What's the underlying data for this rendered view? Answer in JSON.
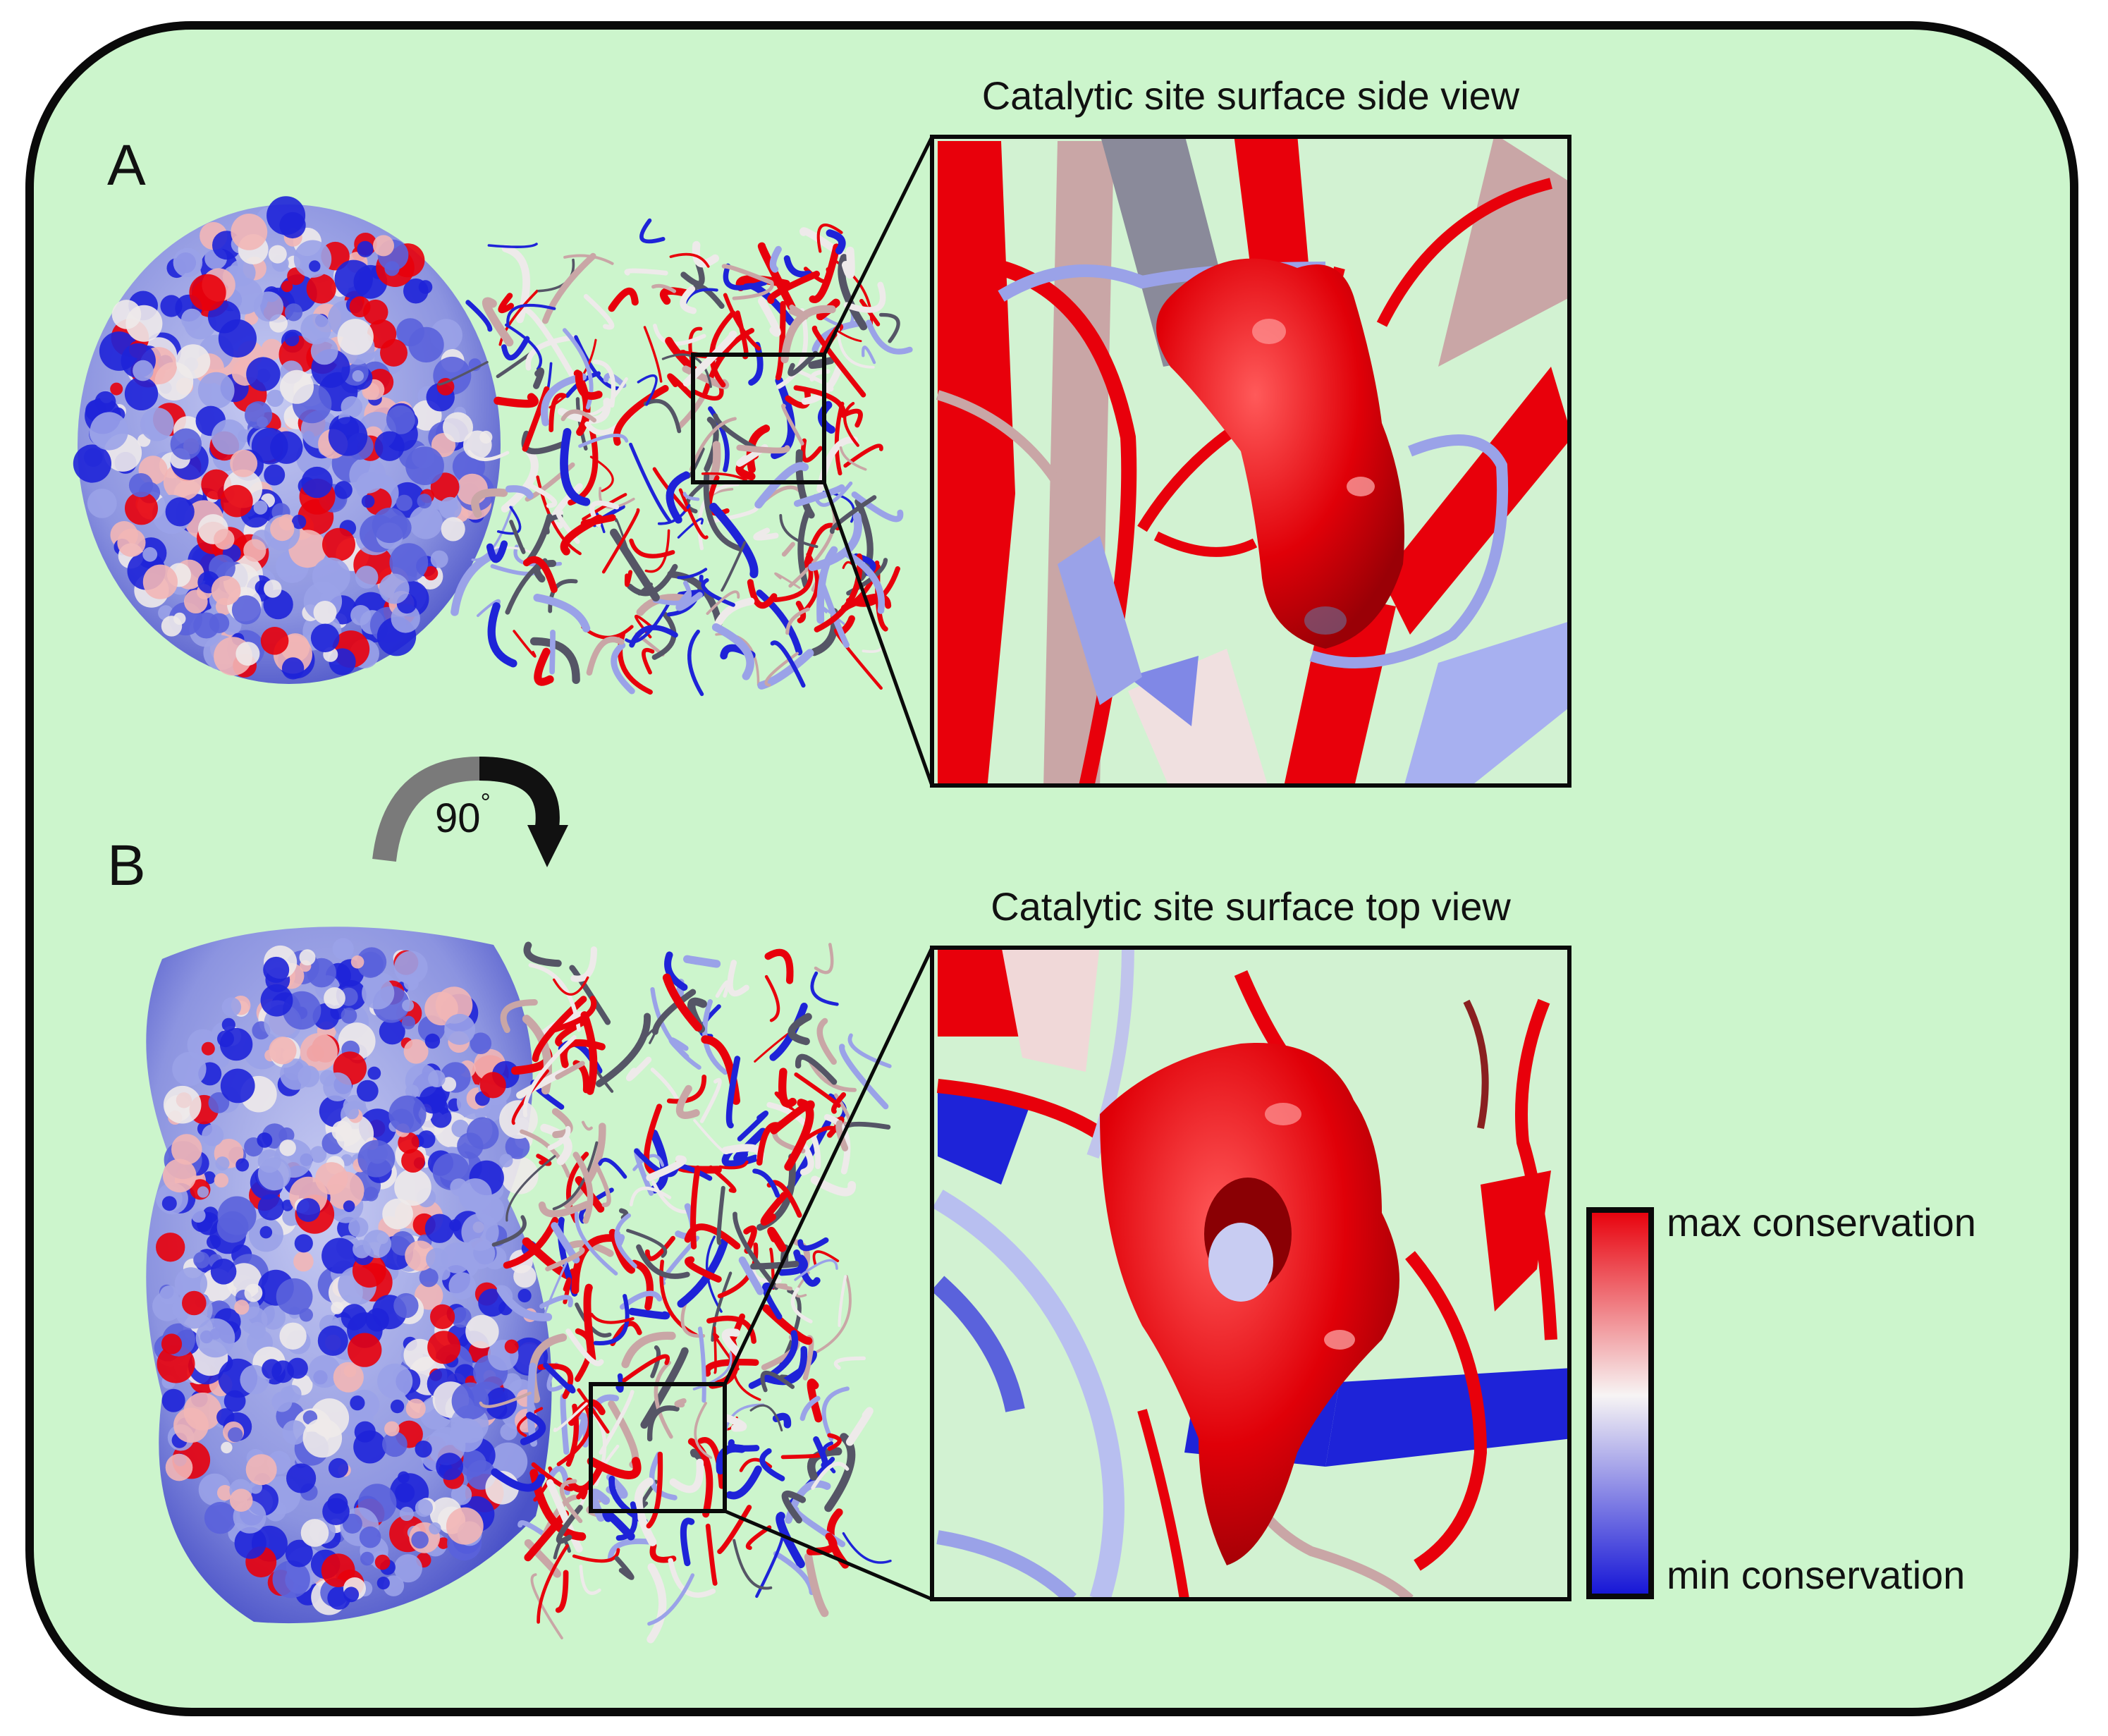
{
  "panels": [
    {
      "letter": "A",
      "inset_title": "Catalytic site surface side view"
    },
    {
      "letter": "B",
      "inset_title": "Catalytic site surface top view"
    }
  ],
  "rotation": {
    "label": "90",
    "degree_symbol": "°"
  },
  "legend": {
    "max_label": "max conservation",
    "min_label": "min conservation",
    "colors": {
      "max": "#e8000b",
      "mid": "#f7f4f4",
      "min": "#1414d6"
    }
  },
  "colors": {
    "background": "#ccf5cc",
    "border": "#0a0a0a",
    "conserved": "#e8000b",
    "variable": "#1e23d8",
    "light_blue": "#9aa2e8",
    "neutral": "#eeeaea"
  }
}
